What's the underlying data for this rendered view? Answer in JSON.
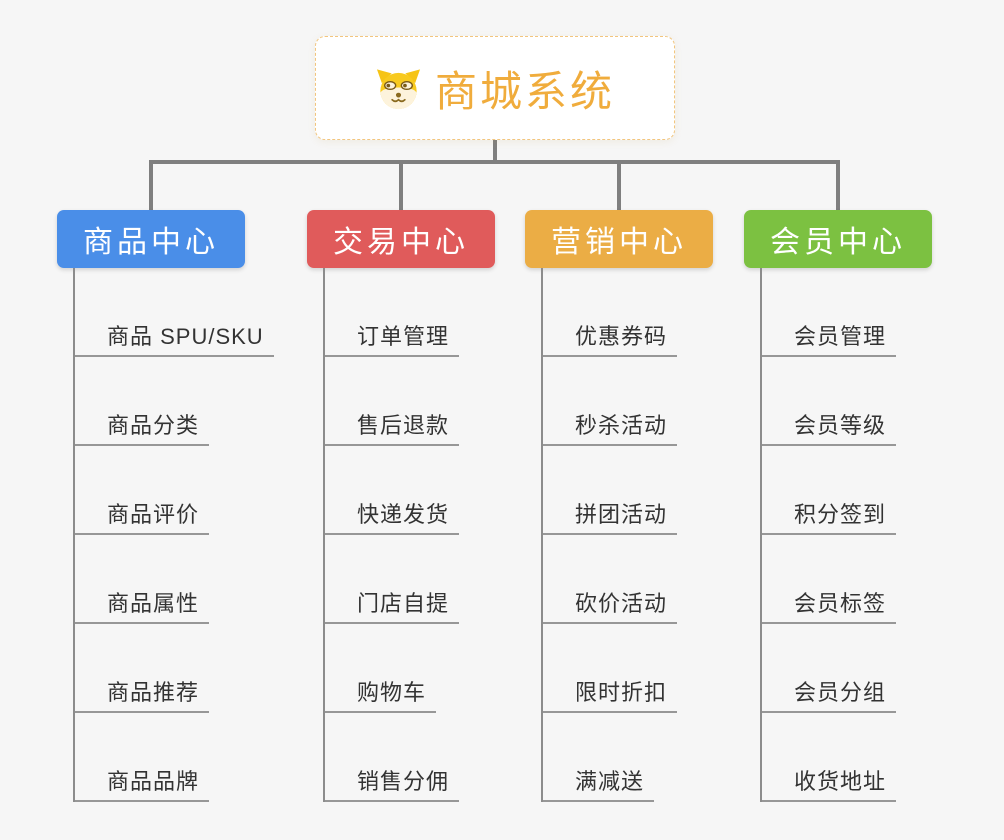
{
  "canvas": {
    "background": "#F6F6F6"
  },
  "root": {
    "title": "商城系统",
    "icon": "doge-icon",
    "title_color": "#F0AC3C",
    "border_color": "#F2C57E",
    "background": "#FFFFFF"
  },
  "connector_color": "#7F7F7F",
  "branches": [
    {
      "label": "商品中心",
      "color": "#4A8EE8",
      "children": [
        "商品 SPU/SKU",
        "商品分类",
        "商品评价",
        "商品属性",
        "商品推荐",
        "商品品牌"
      ]
    },
    {
      "label": "交易中心",
      "color": "#E05B5B",
      "children": [
        "订单管理",
        "售后退款",
        "快递发货",
        "门店自提",
        "购物车",
        "销售分佣"
      ]
    },
    {
      "label": "营销中心",
      "color": "#EBAD45",
      "children": [
        "优惠券码",
        "秒杀活动",
        "拼团活动",
        "砍价活动",
        "限时折扣",
        "满减送"
      ]
    },
    {
      "label": "会员中心",
      "color": "#7CC141",
      "children": [
        "会员管理",
        "会员等级",
        "积分签到",
        "会员标签",
        "会员分组",
        "收货地址"
      ]
    }
  ]
}
